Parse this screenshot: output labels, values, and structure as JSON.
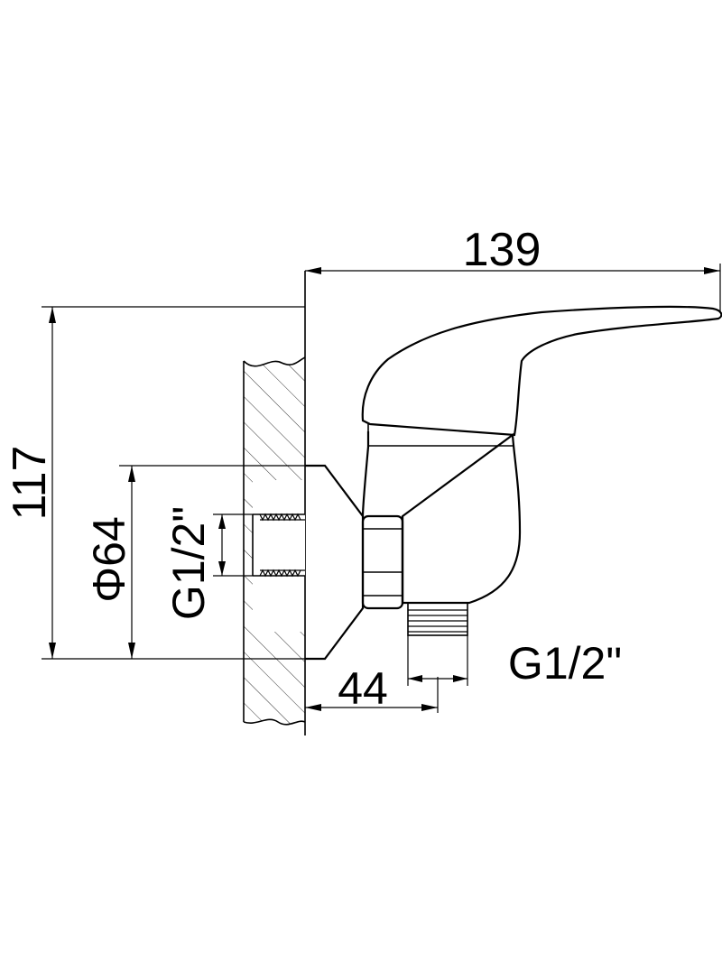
{
  "dimensions": {
    "overall_width": "139",
    "overall_height": "117",
    "flange_diameter": "Φ64",
    "wall_inlet_thread": "G1/2\"",
    "outlet_offset": "44",
    "outlet_thread": "G1/2\""
  },
  "colors": {
    "line": "#000000",
    "background": "#ffffff"
  }
}
